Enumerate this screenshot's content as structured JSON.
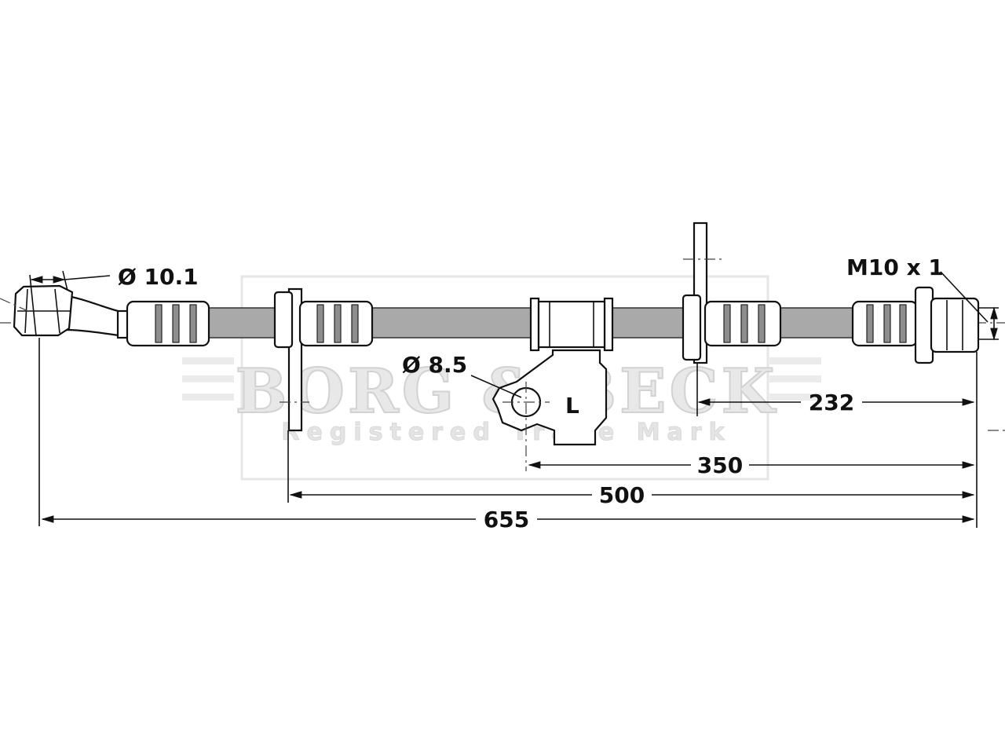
{
  "watermark": {
    "brand": "BORG & BECK",
    "tagline": "Registered Trade Mark"
  },
  "dimensions": {
    "inlet_diameter": "Ø 10.1",
    "bracket_hole_diameter": "Ø 8.5",
    "thread": "M10 x 1",
    "side": "L",
    "length_232": "232",
    "length_350": "350",
    "length_500": "500",
    "length_655": "655"
  }
}
